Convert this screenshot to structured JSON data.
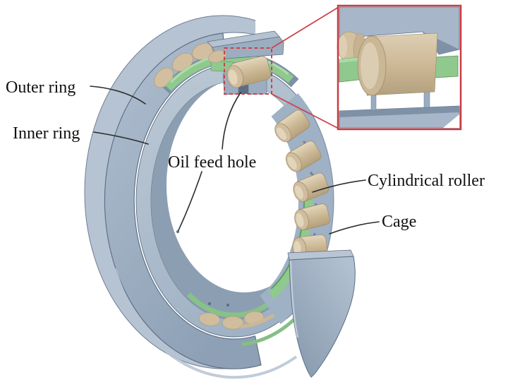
{
  "figure": {
    "type": "engineering-diagram",
    "subject": "Cylindrical roller bearing cutaway with zoom detail inset",
    "labels": {
      "outer_ring": "Outer ring",
      "inner_ring": "Inner ring",
      "oil_feed_hole": "Oil feed hole",
      "cylindrical_roller": "Cylindrical roller",
      "cage": "Cage"
    },
    "colors": {
      "ring_blue_gray": "#9fb1c4",
      "ring_light": "#b6c3d2",
      "ring_shadow": "#8a9cb1",
      "cage_green": "#8fc98e",
      "roller_tan": "#d2c0a0",
      "callout_red": "#cf4149",
      "text": "#111111",
      "background": "#ffffff"
    }
  }
}
